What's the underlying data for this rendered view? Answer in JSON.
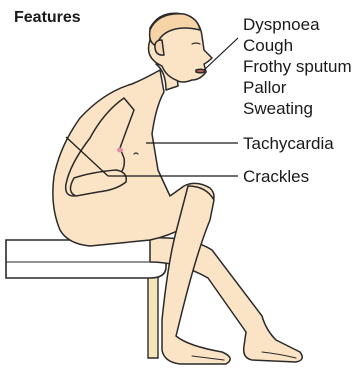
{
  "title": "Features",
  "features": [
    "Dyspnoea",
    "Cough",
    "Frothy sputum",
    "Pallor",
    "Sweating"
  ],
  "labels": {
    "tachycardia": "Tachycardia",
    "crackles": "Crackles"
  },
  "colors": {
    "skin": "#fbe3c6",
    "outline": "#2a2a2a",
    "bench_top": "#ffffff",
    "bench_edge": "#3a3a3a",
    "bench_leg": "#f3e6b8",
    "chest_mark": "#e58aa8"
  }
}
